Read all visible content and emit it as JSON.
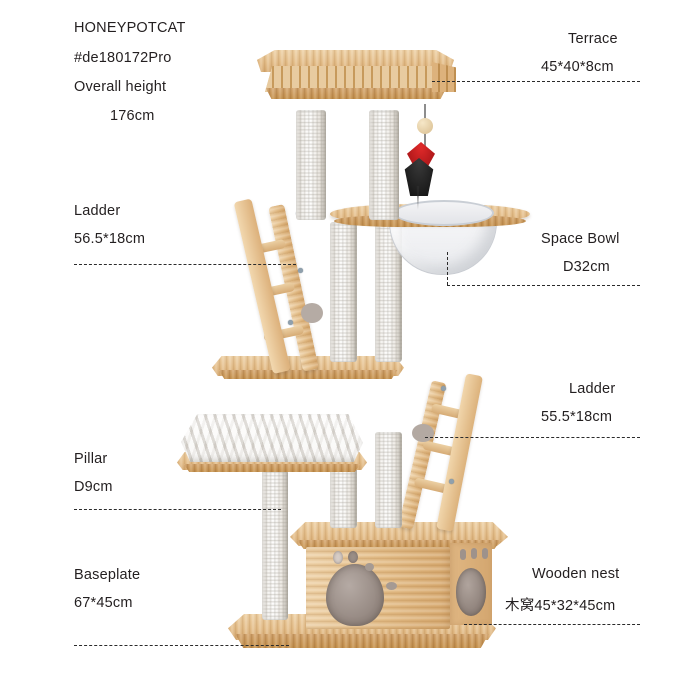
{
  "product": {
    "brand": "HONEYPOTCAT",
    "model": "#de180172Pro",
    "height_label": "Overall height",
    "height_value": "176cm"
  },
  "annotations": {
    "left": [
      {
        "name": "ladder",
        "title": "Ladder",
        "spec": "56.5*18cm"
      },
      {
        "name": "pillar",
        "title": "Pillar",
        "spec": "D9cm"
      },
      {
        "name": "baseplate",
        "title": "Baseplate",
        "spec": "67*45cm"
      }
    ],
    "right": [
      {
        "name": "terrace",
        "title": "Terrace",
        "spec": "45*40*8cm"
      },
      {
        "name": "space-bowl",
        "title": "Space Bowl",
        "spec": "D32cm"
      },
      {
        "name": "ladder",
        "title": "Ladder",
        "spec": "55.5*18cm"
      },
      {
        "name": "wooden-nest",
        "title": "Wooden nest",
        "spec": "木窝45*32*45cm"
      }
    ]
  },
  "colors": {
    "background": "#ffffff",
    "text": "#231f20",
    "leader_line": "#2b2b2b",
    "wood_light": "#efd2a6",
    "wood_mid": "#e4bd87",
    "wood_dark": "#c9954f",
    "sisal": "#f2efe9",
    "plush": "#ece8e2",
    "toy_feather_red": "#cf2026",
    "toy_feather_black": "#1a1a1a",
    "toy_bead": "#e8d6b4"
  }
}
